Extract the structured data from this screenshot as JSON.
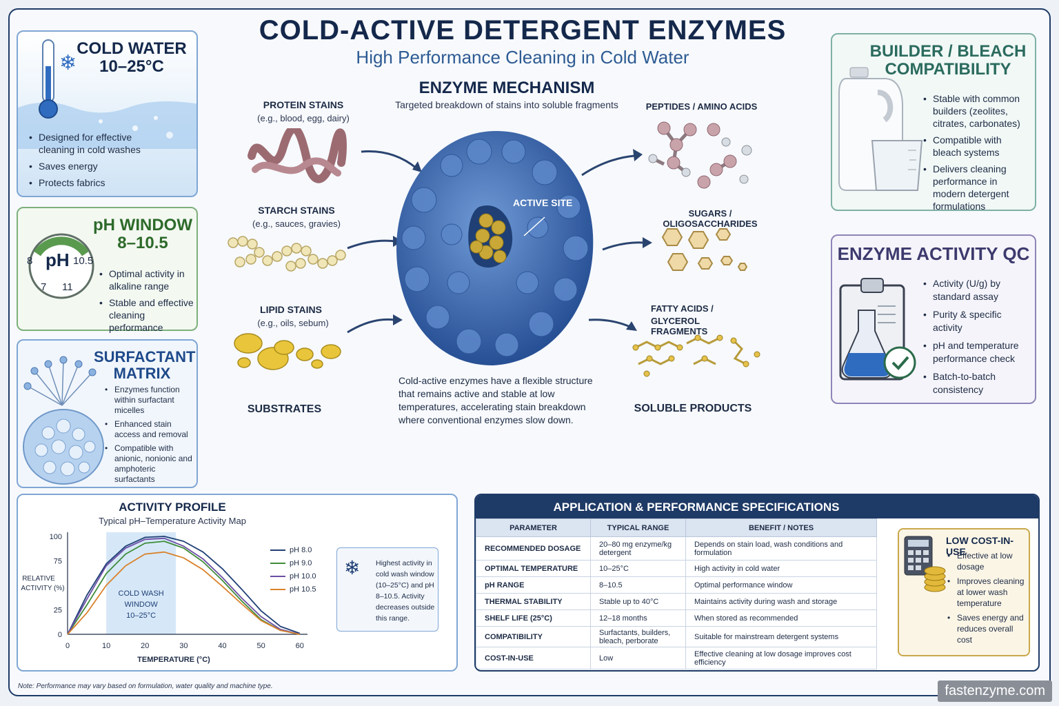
{
  "header": {
    "title": "COLD-ACTIVE DETERGENT ENZYMES",
    "subtitle": "High Performance Cleaning in Cold Water"
  },
  "cold_water": {
    "title_line1": "COLD WATER",
    "title_line2": "10–25°C",
    "bullets": [
      "Designed for effective cleaning in cold washes",
      "Saves energy",
      "Protects fabrics"
    ]
  },
  "ph_window": {
    "title_line1": "pH WINDOW",
    "title_line2": "8–10.5",
    "gauge_center": "pH",
    "gauge_ticks": [
      "8",
      "10.5",
      "7",
      "11"
    ],
    "bullets": [
      "Optimal activity in alkaline range",
      "Stable and effective cleaning performance"
    ]
  },
  "surfactant": {
    "title_line1": "SURFACTANT",
    "title_line2": "MATRIX",
    "bullets": [
      "Enzymes function within surfactant micelles",
      "Enhanced stain access and removal",
      "Compatible with anionic, nonionic and amphoteric surfactants"
    ]
  },
  "mechanism": {
    "title": "ENZYME MECHANISM",
    "subtitle": "Targeted breakdown of stains into soluble fragments",
    "active_site": "ACTIVE SITE",
    "substrates": [
      {
        "label": "PROTEIN STAINS",
        "sub": "(e.g., blood, egg, dairy)"
      },
      {
        "label": "STARCH STAINS",
        "sub": "(e.g., sauces, gravies)"
      },
      {
        "label": "LIPID STAINS",
        "sub": "(e.g., oils, sebum)"
      }
    ],
    "substrates_label": "SUBSTRATES",
    "products": [
      "PEPTIDES / AMINO ACIDS",
      "SUGARS / OLIGOSACCHARIDES",
      "FATTY ACIDS /",
      "GLYCEROL FRAGMENTS"
    ],
    "products_label": "SOLUBLE PRODUCTS",
    "description": "Cold-active enzymes have a flexible structure that remains active and stable at low temperatures, accelerating stain breakdown where conventional enzymes slow down."
  },
  "builder": {
    "title_line1": "BUILDER / BLEACH",
    "title_line2": "COMPATIBILITY",
    "bullets": [
      "Stable with common builders (zeolites, citrates, carbonates)",
      "Compatible with bleach systems",
      "Delivers cleaning performance in modern detergent formulations"
    ]
  },
  "qc": {
    "title": "ENZYME ACTIVITY QC",
    "bullets": [
      "Activity (U/g) by standard assay",
      "Purity & specific activity",
      "pH and temperature performance check",
      "Batch-to-batch consistency"
    ]
  },
  "activity_profile": {
    "title": "ACTIVITY PROFILE",
    "subtitle": "Typical pH–Temperature Activity Map",
    "window_label": [
      "COLD WASH",
      "WINDOW",
      "10–25°C"
    ],
    "note": "Highest activity in cold wash window (10–25°C) and pH 8–10.5. Activity decreases outside this range."
  },
  "chart_data": {
    "type": "line",
    "title": "ACTIVITY PROFILE",
    "subtitle": "Typical pH–Temperature Activity Map",
    "xlabel": "TEMPERATURE (°C)",
    "ylabel": "RELATIVE ACTIVITY (%)",
    "xlim": [
      0,
      62
    ],
    "ylim": [
      0,
      100
    ],
    "x_ticks": [
      "0",
      "10",
      "20",
      "30",
      "40",
      "50",
      "60"
    ],
    "y_ticks": [
      "0",
      "25",
      "75",
      "100"
    ],
    "legend_position": "right",
    "highlight_band": [
      10,
      28
    ],
    "x": [
      0,
      5,
      10,
      15,
      20,
      25,
      30,
      35,
      40,
      45,
      50,
      55,
      60
    ],
    "series": [
      {
        "name": "pH 8.0",
        "color": "#1f3f75",
        "values": [
          0,
          40,
          72,
          90,
          99,
          100,
          95,
          84,
          67,
          46,
          24,
          8,
          1
        ]
      },
      {
        "name": "pH 9.0",
        "color": "#3f8c3a",
        "values": [
          0,
          30,
          62,
          82,
          93,
          95,
          88,
          74,
          55,
          34,
          15,
          4,
          0
        ]
      },
      {
        "name": "pH 10.0",
        "color": "#6b4ea6",
        "values": [
          0,
          36,
          70,
          88,
          97,
          98,
          90,
          77,
          58,
          37,
          18,
          5,
          0
        ]
      },
      {
        "name": "pH 10.5",
        "color": "#d9822b",
        "values": [
          0,
          22,
          50,
          70,
          82,
          84,
          78,
          66,
          49,
          31,
          14,
          4,
          0
        ]
      }
    ]
  },
  "specs": {
    "title": "APPLICATION & PERFORMANCE SPECIFICATIONS",
    "headers": [
      "PARAMETER",
      "TYPICAL RANGE",
      "BENEFIT / NOTES"
    ],
    "rows": [
      [
        "RECOMMENDED DOSAGE",
        "20–80 mg enzyme/kg detergent",
        "Depends on stain load, wash conditions and formulation"
      ],
      [
        "OPTIMAL TEMPERATURE",
        "10–25°C",
        "High activity in cold water"
      ],
      [
        "pH RANGE",
        "8–10.5",
        "Optimal performance window"
      ],
      [
        "THERMAL STABILITY",
        "Stable up to 40°C",
        "Maintains activity during wash and storage"
      ],
      [
        "SHELF LIFE (25°C)",
        "12–18 months",
        "When stored as recommended"
      ],
      [
        "COMPATIBILITY",
        "Surfactants, builders, bleach, perborate",
        "Suitable for mainstream detergent systems"
      ],
      [
        "COST-IN-USE",
        "Low",
        "Effective cleaning at low dosage improves cost efficiency"
      ]
    ]
  },
  "cost": {
    "title": "LOW COST-IN-USE",
    "bullets": [
      "Effective at low dosage",
      "Improves cleaning at lower wash temperature",
      "Saves energy and reduces overall cost"
    ]
  },
  "footer": {
    "note": "Note: Performance may vary based on formulation, water quality and machine type.",
    "watermark": "fastenzyme.com"
  }
}
